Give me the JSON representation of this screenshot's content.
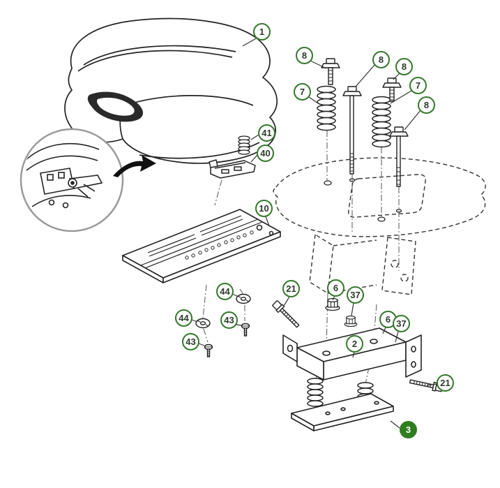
{
  "diagram": {
    "type": "exploded-parts-diagram",
    "subject": "seat assembly",
    "background_color": "#ffffff",
    "line_color": "#222222",
    "callout_outline_color": "#35782c",
    "highlighted_callout_fill": "#2e7d1f",
    "highlighted_callout_text_color": "#ffffff"
  },
  "callouts": [
    {
      "label": "1",
      "style": "outline"
    },
    {
      "label": "8",
      "style": "outline"
    },
    {
      "label": "8",
      "style": "outline"
    },
    {
      "label": "8",
      "style": "outline"
    },
    {
      "label": "7",
      "style": "outline"
    },
    {
      "label": "7",
      "style": "outline"
    },
    {
      "label": "8",
      "style": "outline"
    },
    {
      "label": "41",
      "style": "outline"
    },
    {
      "label": "40",
      "style": "outline"
    },
    {
      "label": "10",
      "style": "outline"
    },
    {
      "label": "21",
      "style": "outline"
    },
    {
      "label": "6",
      "style": "outline"
    },
    {
      "label": "37",
      "style": "outline"
    },
    {
      "label": "44",
      "style": "outline"
    },
    {
      "label": "44",
      "style": "outline"
    },
    {
      "label": "43",
      "style": "outline"
    },
    {
      "label": "6",
      "style": "outline"
    },
    {
      "label": "37",
      "style": "outline"
    },
    {
      "label": "43",
      "style": "outline"
    },
    {
      "label": "2",
      "style": "outline"
    },
    {
      "label": "21",
      "style": "outline"
    },
    {
      "label": "3",
      "style": "filled"
    }
  ]
}
